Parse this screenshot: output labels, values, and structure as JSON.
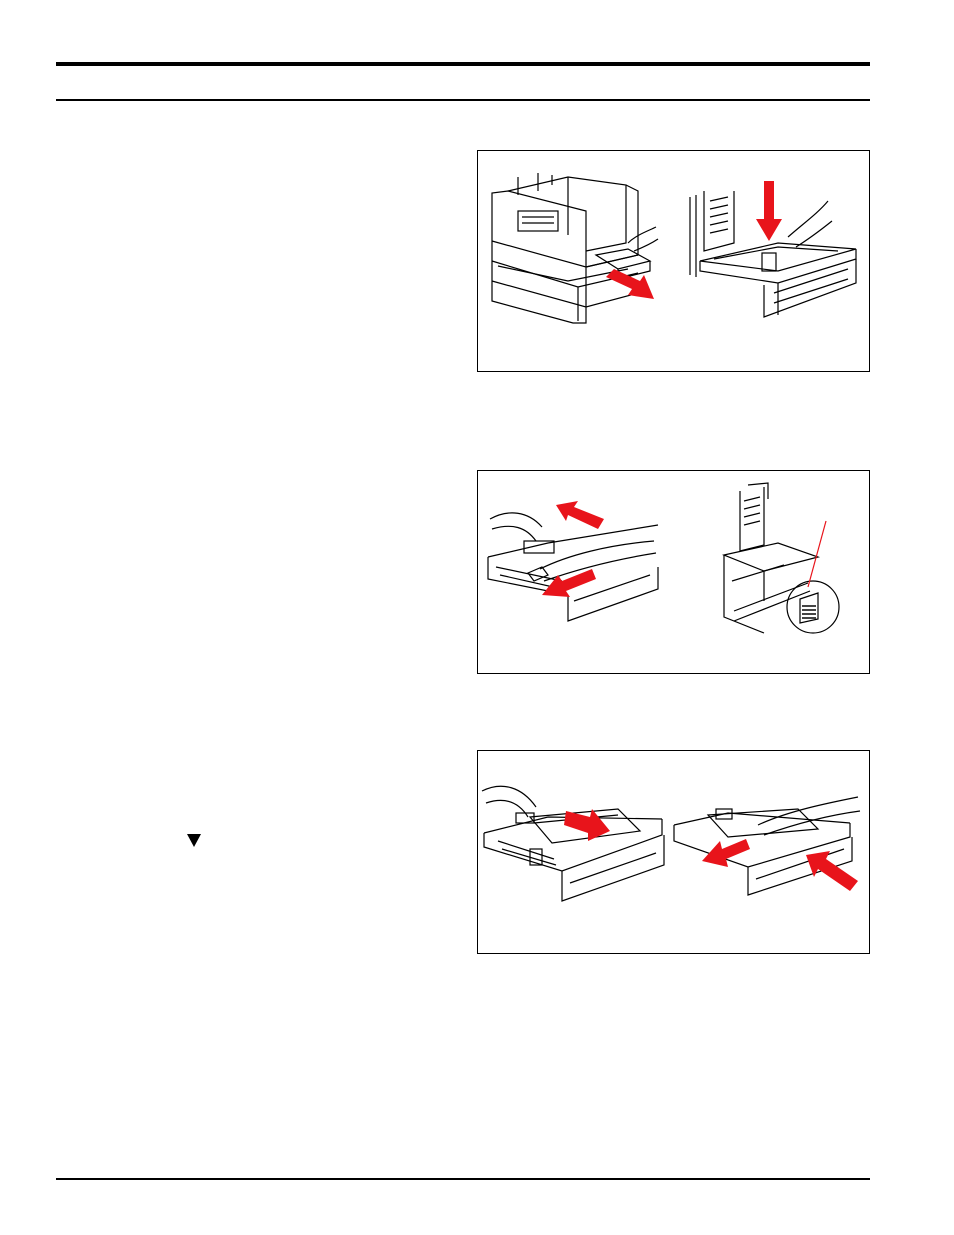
{
  "page": {
    "header_rules": 2,
    "footer_rules": 1
  },
  "figures": [
    {
      "name": "remove-tray-figure",
      "panels": [
        "pull-out-tray",
        "press-down-plate"
      ]
    },
    {
      "name": "adjust-guides-figure",
      "panels": [
        "slide-guides",
        "paper-size-label-callout"
      ]
    },
    {
      "name": "load-paper-figure",
      "panels": [
        "push-end-guide",
        "close-tray"
      ]
    }
  ],
  "marker": {
    "icon": "down-triangle-icon"
  },
  "colors": {
    "arrow": "#e8141b",
    "line": "#000000",
    "background": "#ffffff"
  }
}
